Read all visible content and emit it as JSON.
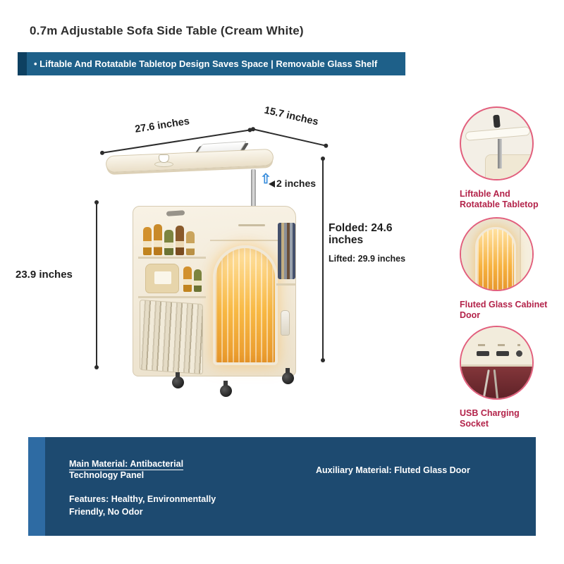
{
  "title": "0.7m Adjustable Sofa Side Table (Cream White)",
  "banner": {
    "text": "• Liftable And Rotatable Tabletop Design Saves Space | Removable Glass Shelf"
  },
  "dimensions": {
    "width": "27.6 inches",
    "depth": "15.7 inches",
    "lift_gap": "2 inches",
    "folded": "Folded: 24.6 inches",
    "lifted": "Lifted: 29.9 inches",
    "height": "23.9 inches"
  },
  "icons": {
    "lift_arrow": "⇧"
  },
  "features": [
    {
      "label": "Liftable And Rotatable Tabletop"
    },
    {
      "label": "Fluted Glass Cabinet Door"
    },
    {
      "label": "USB Charging Socket"
    }
  ],
  "specs": {
    "main_material_line1": "Main Material: Antibacterial",
    "main_material_line2": "Technology Panel",
    "features_text": "Features: Healthy, Environmentally Friendly, No Odor",
    "auxiliary_text": "Auxiliary Material: Fluted Glass Door"
  },
  "colors": {
    "banner_bg": "#1e6089",
    "banner_accent": "#0d4061",
    "panel_bg": "#1d4a70",
    "panel_accent": "#2e6ba3",
    "label_red": "#b3234a",
    "circle_border": "#e25f7d",
    "glass_amber": "#f6b13e",
    "lift_arrow_blue": "#3c8fdd"
  }
}
